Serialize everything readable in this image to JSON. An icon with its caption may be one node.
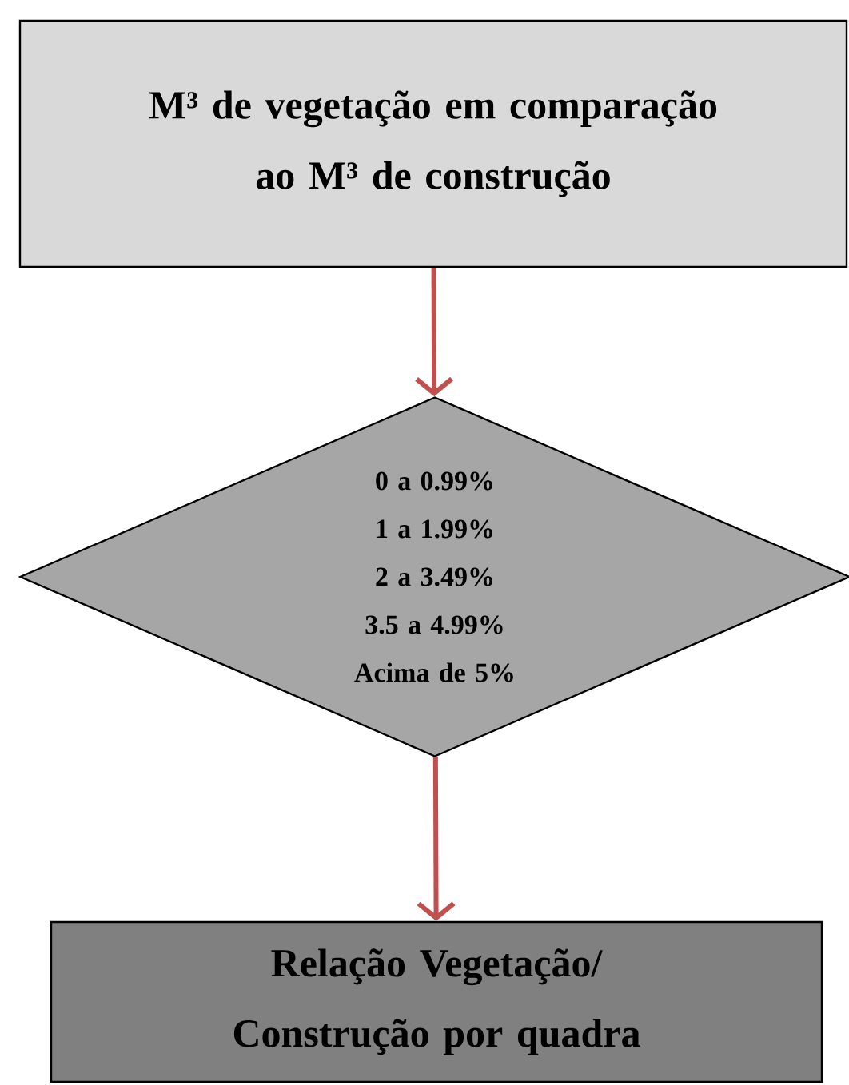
{
  "diagram": {
    "nodes": [
      {
        "text": [
          "M³ de vegetação em comparação ao M³ de construção"
        ]
      },
      {
        "text": [
          "0 a 0.99%",
          "1 a 1.99%",
          "2 a 3.49%",
          "3.5 a 4.99%",
          "Acima de 5%"
        ]
      },
      {
        "text": [
          "Relação Vegetação/ Construção por quadra"
        ]
      }
    ],
    "edges": [
      {
        "from": 0,
        "to": 1,
        "arrow": "to"
      },
      {
        "from": 1,
        "to": 2,
        "arrow": "to"
      }
    ]
  }
}
